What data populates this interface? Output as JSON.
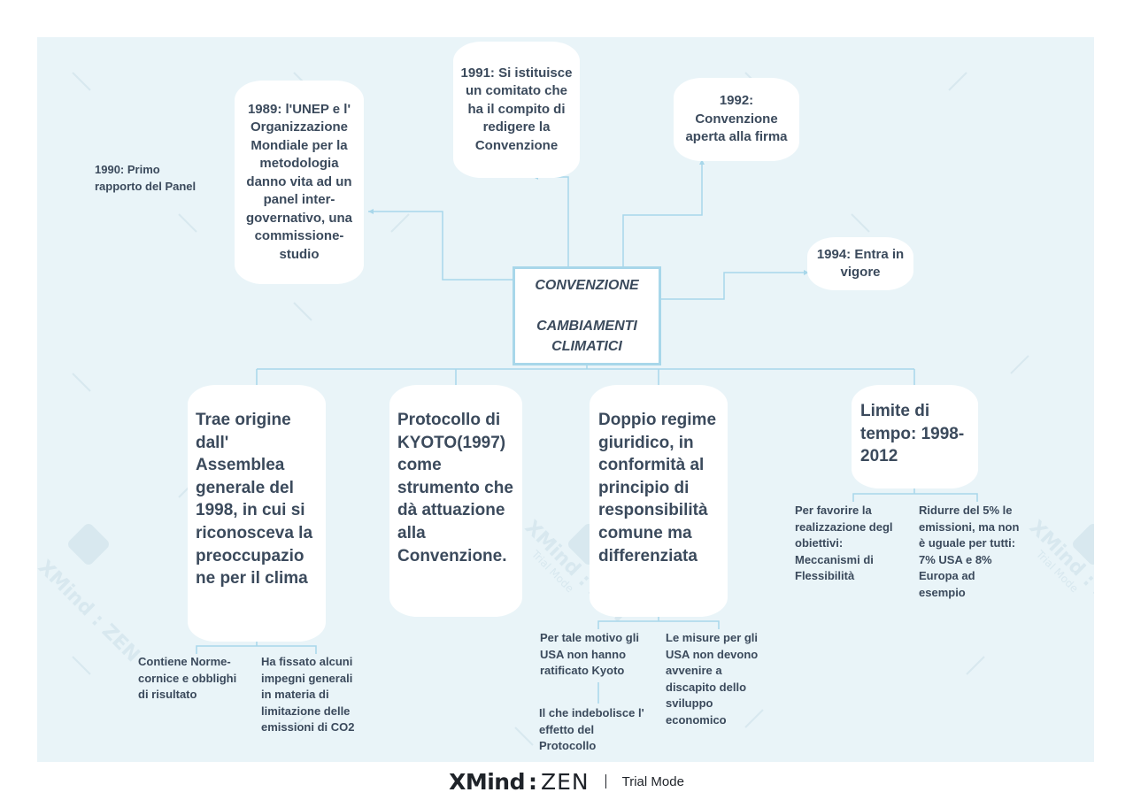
{
  "central": {
    "line1": "CONVENZIONE",
    "line2": "CAMBIAMENTI\nCLIMATICI"
  },
  "top_topics": {
    "t1989": "1989: l'UNEP e l' Organizzazione Mondiale per la metodologia danno vita ad un panel inter-governativo, una commissione-studio",
    "t1990": "1990: Primo\nrapporto del Panel",
    "t1991": "1991: Si istituisce un comitato che ha il compito di redigere la Convenzione",
    "t1992": "1992: Convenzione aperta alla firma",
    "t1994": "1994: Entra in vigore"
  },
  "bottom_topics": {
    "origin": "Trae origine dall' Assemblea generale del 1998, in cui si riconosceva la preoccupazio ne per il clima",
    "kyoto": "Protocollo di KYOTO(1997) come strumento che dà attuazione alla Convenzione.",
    "regime": "Doppio regime giuridico, in conformità al principio di responsibilità  comune ma differenziata",
    "limite": "Limite di tempo: 1998-2012"
  },
  "leaves": {
    "norme": "Contiene Norme-\ncornice e obblighi\ndi risultato",
    "impegni": "Ha fissato alcuni\nimpegni generali\nin materia di\nlimitazione delle\nemissioni di CO2",
    "usa": "Per tale motivo gli\nUSA non hanno\nratificato Kyoto",
    "indebolisce": "Il che indebolisce l'\neffetto del\nProtocollo",
    "misure": "Le misure per gli\nUSA non devono\navvenire a\ndiscapito dello\nsviluppo\neconomico",
    "flessibilita": "Per favorire la\nrealizzazione degl\nobiettivi:\nMeccanismi di\nFlessibilità",
    "ridurre": "Ridurre del 5% le\nemissioni, ma non\nè uguale per tutti:\n7% USA e 8%\nEuropa ad\nesempio"
  },
  "footer": {
    "brand": "XMind",
    "separator": ":",
    "product": "ZEN",
    "mode": "Trial Mode"
  },
  "watermark": {
    "brand": "XMind : ZEN",
    "mode": "Trial Mode"
  },
  "colors": {
    "canvas": "#e9f4f8",
    "line": "#a8d7ea",
    "text": "#3b4a5c",
    "node": "#ffffff"
  }
}
